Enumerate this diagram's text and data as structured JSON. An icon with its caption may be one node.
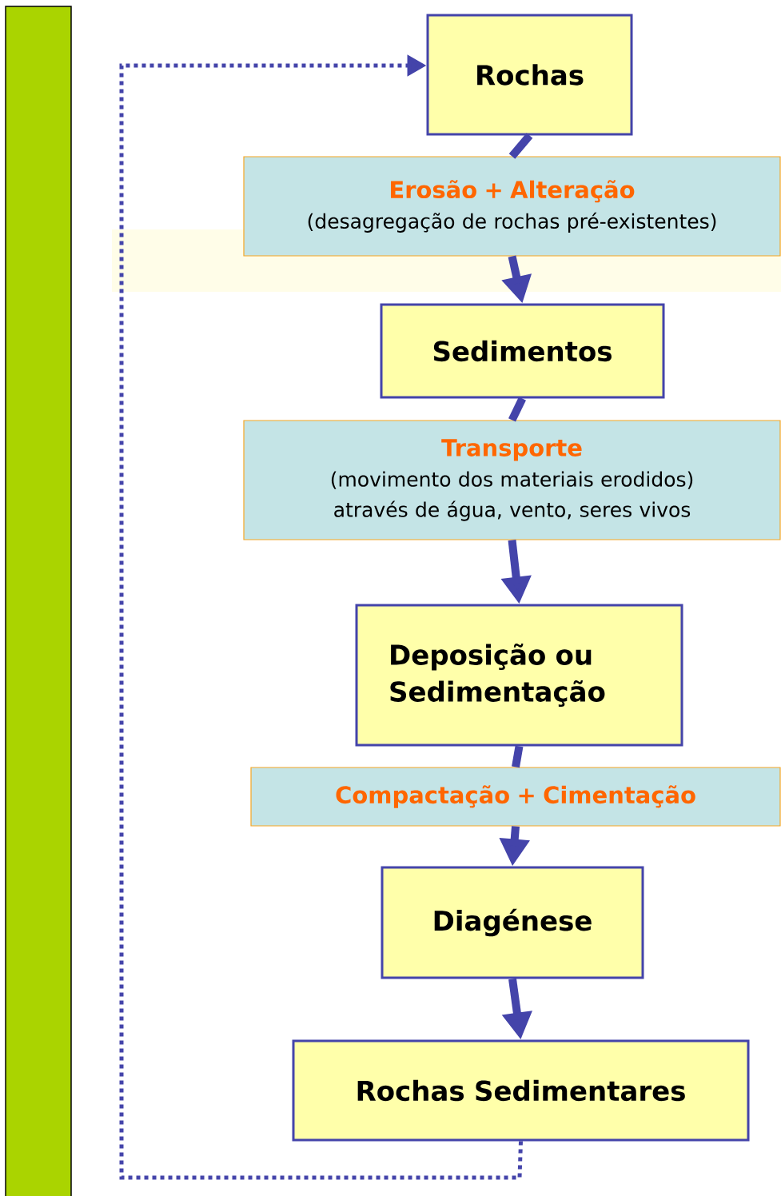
{
  "diagram": {
    "nodes": [
      {
        "text": [
          "Rochas"
        ]
      },
      {
        "text": [
          "Erosão + Alteração",
          "(desagregação de rochas pré-existentes)"
        ]
      },
      {
        "text": [
          "Sedimentos"
        ]
      },
      {
        "text": [
          "Transporte",
          "(movimento dos materiais erodidos)",
          "através de água, vento, seres vivos"
        ]
      },
      {
        "text": [
          "Deposição ou Sedimentação"
        ]
      },
      {
        "text": [
          "Compactação + Cimentação"
        ]
      },
      {
        "text": [
          "Diagénese"
        ]
      },
      {
        "text": [
          "Rochas Sedimentares"
        ]
      }
    ],
    "edges": [
      {
        "from": 0,
        "to": 1,
        "arrow": "none"
      },
      {
        "from": 1,
        "to": 2,
        "arrow": "to"
      },
      {
        "from": 2,
        "to": 3,
        "arrow": "none"
      },
      {
        "from": 3,
        "to": 4,
        "arrow": "to"
      },
      {
        "from": 4,
        "to": 5,
        "arrow": "none"
      },
      {
        "from": 5,
        "to": 6,
        "arrow": "to"
      },
      {
        "from": 6,
        "to": 7,
        "arrow": "to"
      },
      {
        "from": 7,
        "to": 0,
        "arrow": "to",
        "style": "dashed"
      }
    ]
  }
}
